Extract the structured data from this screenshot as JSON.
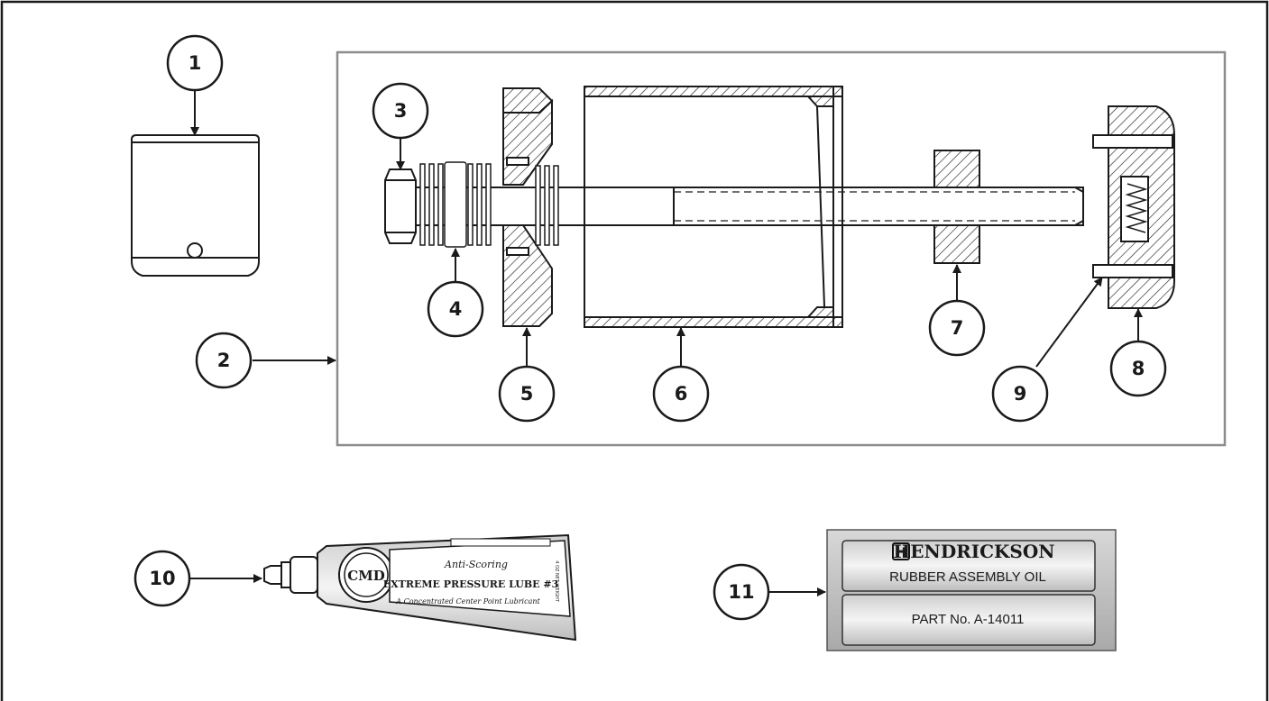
{
  "callouts": [
    "1",
    "2",
    "3",
    "4",
    "5",
    "6",
    "7",
    "8",
    "9",
    "10",
    "11"
  ],
  "tube": {
    "logo": "CMD",
    "line1": "Anti-Scoring",
    "line2": "EXTREME PRESSURE LUBE #3",
    "line3": "A Concentrated Center Point Lubricant",
    "side_text": "4 OZ NET WEIGHT"
  },
  "bottle": {
    "brand_mark": "H",
    "brand": "HENDRICKSON",
    "product": "RUBBER ASSEMBLY OIL",
    "part": "PART No. A-14011"
  },
  "colors": {
    "line": "#1a1a1a",
    "box_border": "#8c8c8c",
    "label_bg": "#e6e6e6"
  }
}
